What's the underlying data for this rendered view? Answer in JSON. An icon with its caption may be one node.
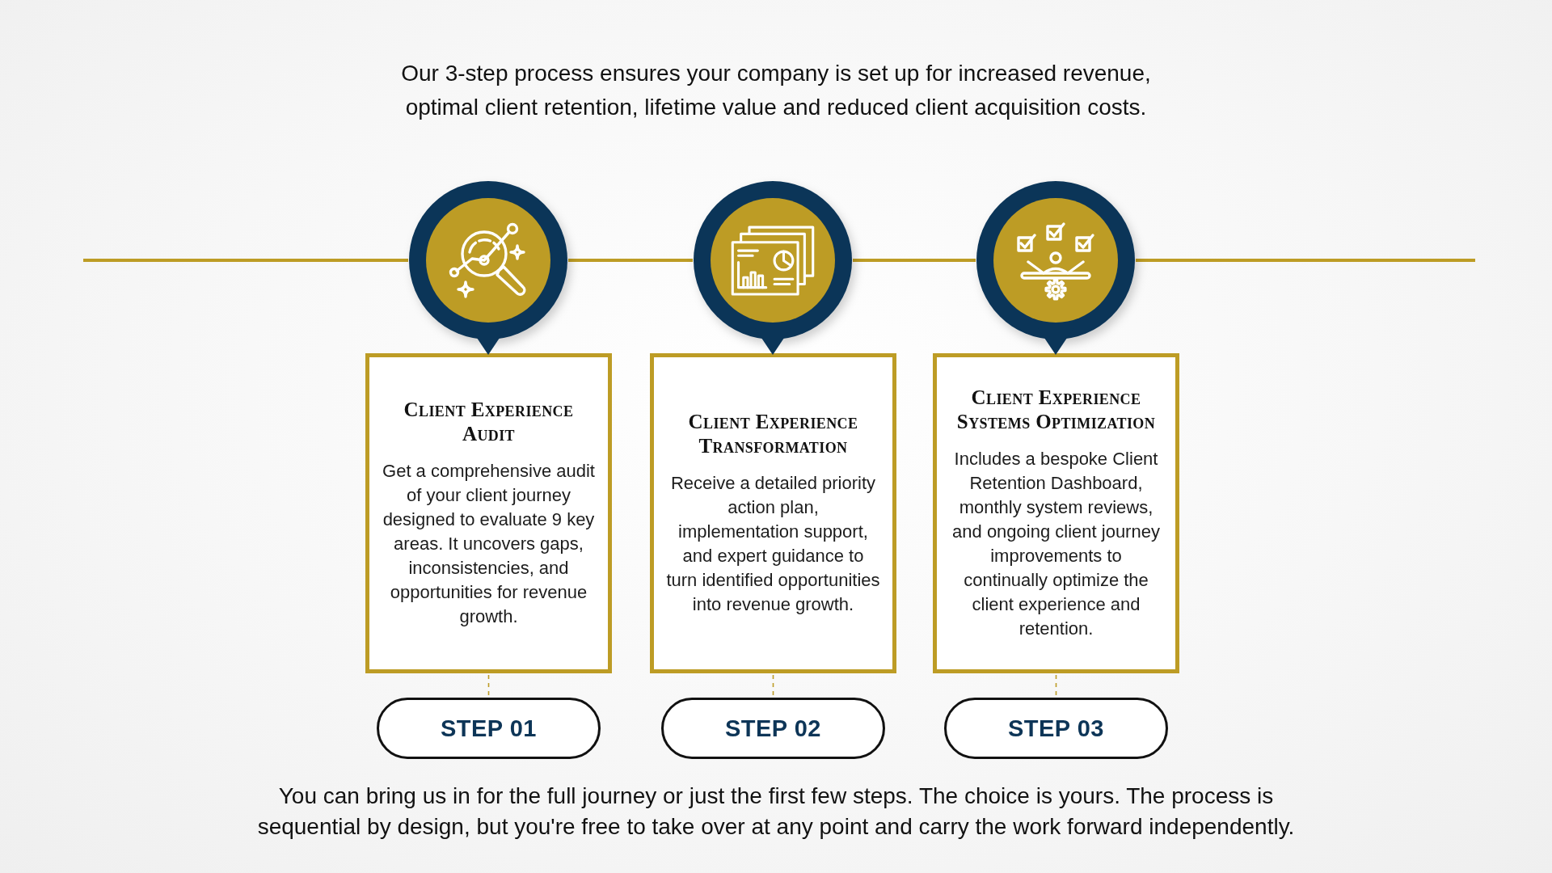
{
  "diagram": {
    "title": "Our 3-step process ensures your company is set up for increased revenue, optimal client retention, lifetime value and reduced client acquisition costs.",
    "caption": "You can bring us in for the full journey or just the first few steps. The choice is yours. The process is sequential by design, but you're free to take over at any point and carry the work forward independently.",
    "nodes": [
      {
        "text": [],
        "shape": "circle"
      },
      {
        "text": [],
        "shape": "circle"
      },
      {
        "text": [],
        "shape": "circle"
      },
      {
        "text": [
          "Client Experience Audit",
          "Get a comprehensive audit of your client journey designed to evaluate 9 key areas. It uncovers gaps, inconsistencies, and opportunities for revenue growth."
        ]
      },
      {
        "text": [
          "Client Experience Transformation",
          "Receive a detailed priority action plan, implementation support, and expert guidance to turn identified opportunities into revenue growth."
        ]
      },
      {
        "text": [
          "Client Experience Systems Optimization",
          "Includes a bespoke Client Retention Dashboard, monthly system reviews, and ongoing client journey improvements to continually optimize the client experience and retention."
        ]
      },
      {
        "text": [
          "STEP 01"
        ]
      },
      {
        "text": [
          "STEP 02"
        ]
      },
      {
        "text": [
          "STEP 03"
        ]
      }
    ],
    "edges": [
      {
        "from": null,
        "to": 0,
        "arrow": "none"
      },
      {
        "from": 0,
        "to": 1,
        "arrow": "none"
      },
      {
        "from": 1,
        "to": 2,
        "arrow": "none"
      },
      {
        "from": 2,
        "to": null,
        "arrow": "none"
      },
      {
        "from": 3,
        "to": 6,
        "arrow": "none",
        "style": "dashed"
      },
      {
        "from": 4,
        "to": 7,
        "arrow": "none",
        "style": "dashed"
      },
      {
        "from": 5,
        "to": 8,
        "arrow": "none",
        "style": "dashed"
      }
    ]
  }
}
